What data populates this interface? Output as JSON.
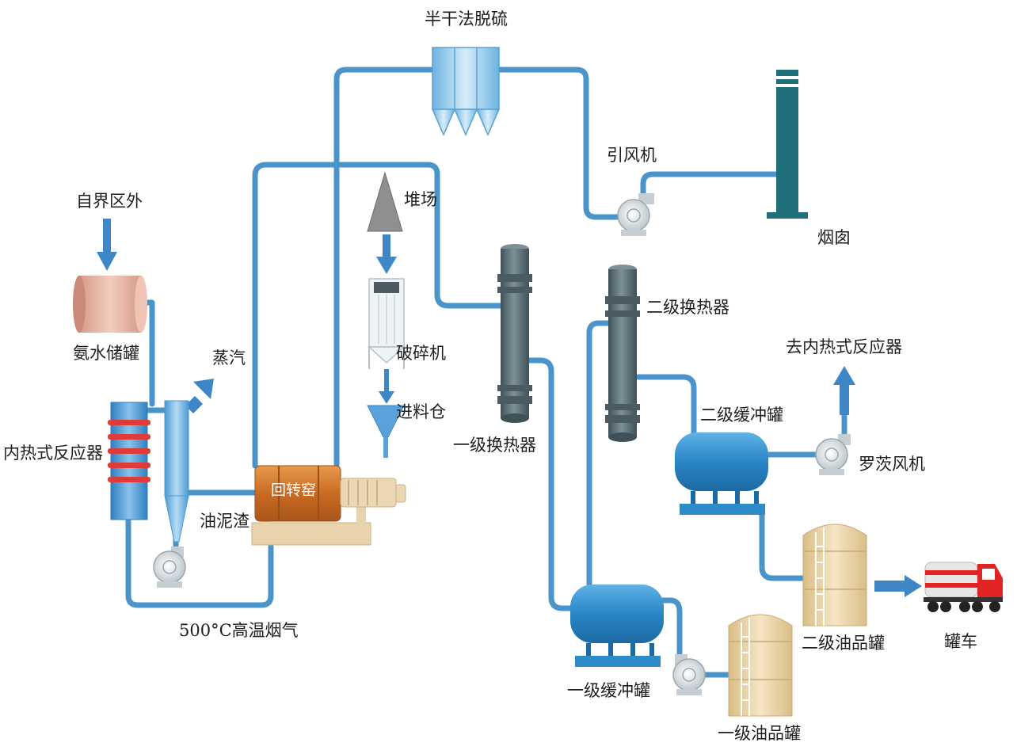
{
  "labels": {
    "desulfurization": "半干法脱硫",
    "induced_fan": "引风机",
    "chimney": "烟囱",
    "stockyard": "堆场",
    "crusher": "破碎机",
    "feed_bin": "进料仓",
    "outside_boundary": "自界区外",
    "ammonia_tank": "氨水储罐",
    "steam": "蒸汽",
    "internal_reactor": "内热式反应器",
    "oil_sludge": "油泥渣",
    "rotary_kiln": "回转窑",
    "hot_flue_gas": "500°C高温烟气",
    "hx1": "一级换热器",
    "hx2": "二级换热器",
    "to_reactor": "去内热式反应器",
    "buffer2": "二级缓冲罐",
    "roots_blower": "罗茨风机",
    "oil_tank2": "二级油品罐",
    "tanker_truck": "罐车",
    "buffer1": "一级缓冲罐",
    "oil_tank1": "一级油品罐"
  },
  "colors": {
    "pipe": "#4a94c9",
    "arrow": "#3f86c6",
    "exchanger": "#5b6d75",
    "chimney": "#1f6f7a",
    "tank_blue": "#2e8ac8",
    "oil_tank": "#e9d2a6",
    "ammonia_tank": "#e3b2a2",
    "kiln": "#d27a2c",
    "truck_red": "#e02424"
  }
}
